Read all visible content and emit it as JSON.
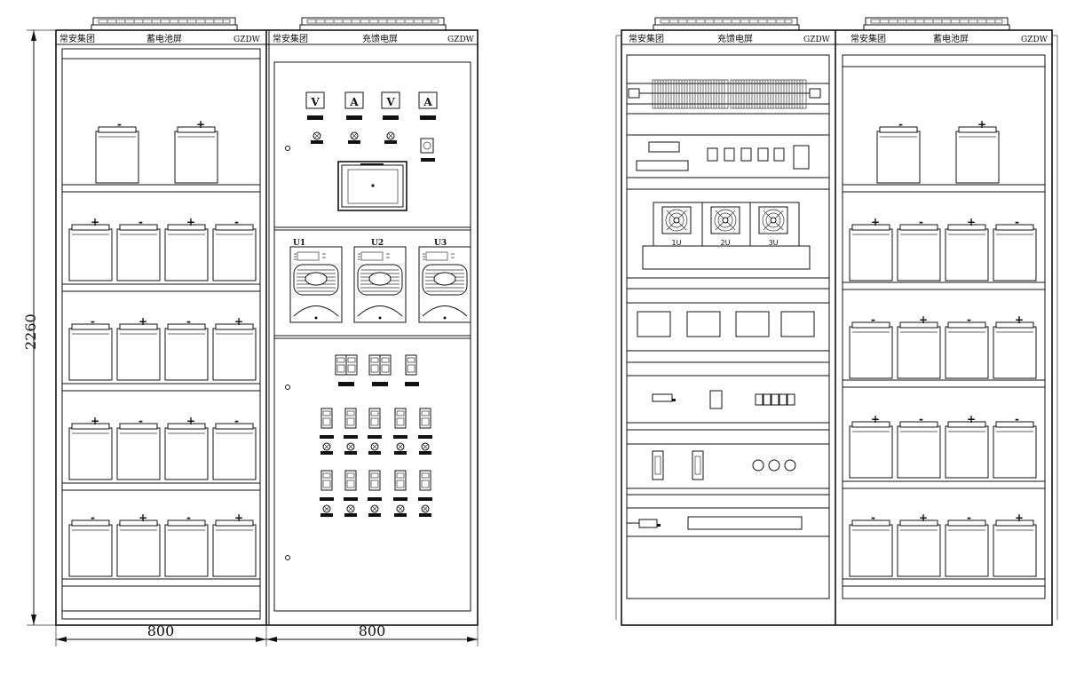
{
  "left_drawing": {
    "battery_panel": {
      "company": "常安集团",
      "name": "蓄电池屏",
      "code": "GZDW"
    },
    "charger_panel": {
      "company": "常安集团",
      "name": "充馈电屏",
      "code": "GZDW",
      "meter_labels": [
        "V",
        "A",
        "V",
        "A"
      ],
      "module_labels": [
        "U1",
        "U2",
        "U3"
      ]
    },
    "dimension_height": "2260",
    "dimension_width_battery": "800",
    "dimension_width_charger": "800",
    "battery_polarity_rows": [
      [
        "-",
        "+"
      ],
      [
        "+",
        "-",
        "+",
        "-"
      ],
      [
        "-",
        "+",
        "-",
        "+"
      ],
      [
        "+",
        "-",
        "+",
        "-"
      ],
      [
        "-",
        "+",
        "-",
        "+"
      ]
    ]
  },
  "right_drawing": {
    "charger_panel": {
      "company": "常安集团",
      "name": "充馈电屏",
      "code": "GZDW"
    },
    "battery_panel": {
      "company": "常安集团",
      "name": "蓄电池屏",
      "code": "GZDW"
    },
    "fan_labels": [
      "1U",
      "2U",
      "3U"
    ],
    "battery_polarity_rows": [
      [
        "-",
        "+"
      ],
      [
        "+",
        "-",
        "+",
        "-"
      ],
      [
        "-",
        "+",
        "-",
        "+"
      ],
      [
        "+",
        "-",
        "+",
        "-"
      ],
      [
        "-",
        "+",
        "-",
        "+"
      ]
    ]
  }
}
